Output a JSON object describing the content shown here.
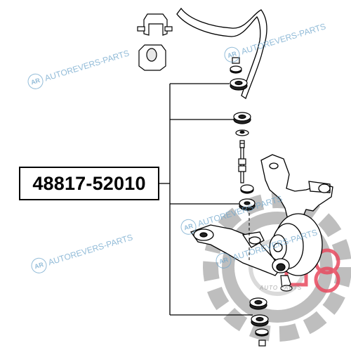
{
  "part_number": "48817-52010",
  "watermark": {
    "text": "AUTOREVERS-PARTS",
    "logo_letters": "AR",
    "color": "#6fa6cc"
  },
  "corner_logo": {
    "text": "AUTO PARTS",
    "color": "#9a9a9a"
  },
  "colors": {
    "line": "#000000",
    "gear": "#8a8a8a",
    "accent": "#e84a5f"
  }
}
